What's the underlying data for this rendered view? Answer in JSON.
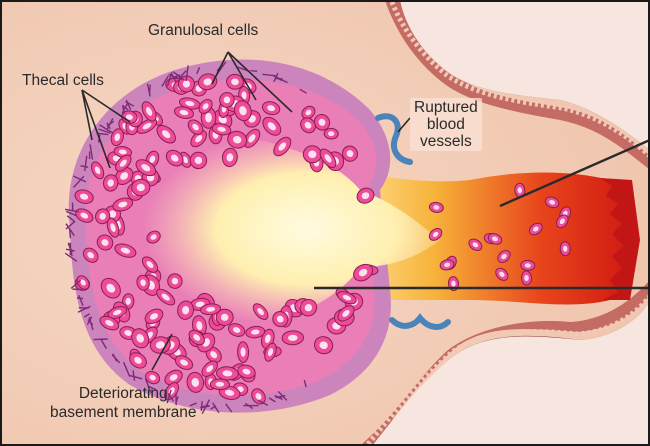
{
  "labels": {
    "granulosal": "Granulosal cells",
    "thecal": "Thecal cells",
    "ruptured_line1": "Ruptured",
    "ruptured_line2": "blood",
    "ruptured_line3": "vessels",
    "deteriorating_line1": "Deteriorating",
    "deteriorating_line2": "basement membrane"
  },
  "colors": {
    "background": "#f3cdb8",
    "wall": "#8f3237",
    "wall_inner": "#b75a56",
    "wall_light": "#e9b9a8",
    "cell_fill": "#ee4c99",
    "cell_nucleus": "#fbe2ef",
    "thecal_purple": "#b05fa7",
    "vessel_blue": "#4a84b8",
    "blood_red": "#d92a18",
    "fluid_yellow": "#fff3b8",
    "frame": "#1a1a1a"
  }
}
